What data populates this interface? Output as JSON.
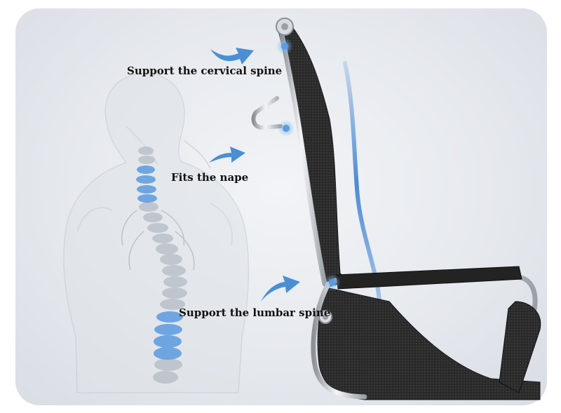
{
  "annotations": {
    "cervical": "Support the cervical spine",
    "nape": "Fits the nape",
    "lumbar": "Support the lumbar spine"
  },
  "colors": {
    "background": "#e6e9ee",
    "spine_highlight": "#5b9be0",
    "arrow": "#4a8fd4",
    "mesh": "#2b2b2b",
    "chrome": "#c9cdd2",
    "label_text": "#111111"
  },
  "icons": [
    "arrow-icon",
    "pivot-knob-icon",
    "chair-icon",
    "spine-icon"
  ]
}
